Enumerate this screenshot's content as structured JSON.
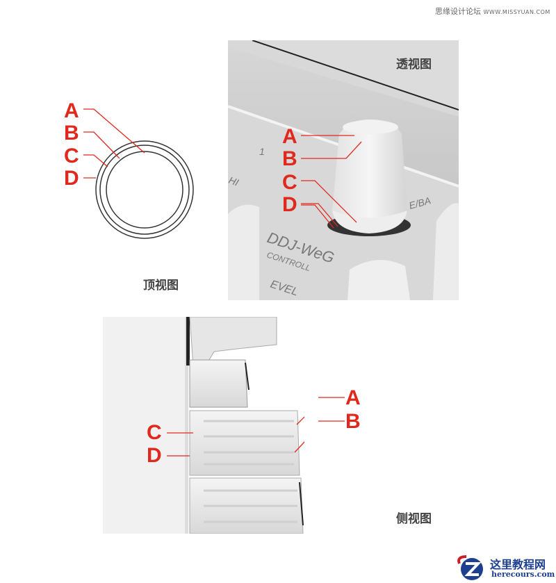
{
  "watermark": {
    "site_cn": "思缘设计论坛",
    "site_url": "WWW.MISSYUAN.COM"
  },
  "top_view": {
    "caption": "顶视图",
    "labels": [
      "A",
      "B",
      "C",
      "D"
    ]
  },
  "perspective_view": {
    "caption": "透视图",
    "labels": [
      "A",
      "B",
      "C",
      "D"
    ],
    "device_text": {
      "channel": "1",
      "hi": "HI",
      "model": "DDJ-WeG",
      "controller": "CONTROLL",
      "level": "EVEL",
      "button": "E/BA"
    }
  },
  "side_view": {
    "caption": "侧视图",
    "labels": [
      "A",
      "B",
      "C",
      "D"
    ]
  },
  "logo": {
    "name_cn": "这里教程网",
    "url": "herecours.com"
  },
  "colors": {
    "label_red": "#e0281d",
    "line_dark": "#333333"
  }
}
